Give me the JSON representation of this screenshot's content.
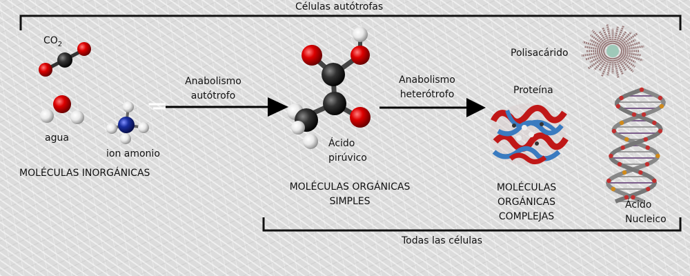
{
  "top_bracket_label": "Células autótrofas",
  "bottom_bracket_label": "Todas las células",
  "inorganic": {
    "co2": {
      "base": "CO",
      "sub": "2"
    },
    "water_label": "agua",
    "ammonium_label": "ion amonio",
    "group_label": "MOLÉCULAS INORGÁNICAS"
  },
  "arrow1": {
    "line1": "Anabolismo",
    "line2": "autótrofo"
  },
  "arrow2": {
    "line1": "Anabolismo",
    "line2": "heterótrofo"
  },
  "simple": {
    "pyruvic_line1": "Ácido",
    "pyruvic_line2": "pirúvico",
    "group_line1": "MOLÉCULAS ORGÁNICAS",
    "group_line2": "SIMPLES"
  },
  "complex": {
    "polysaccharide_label": "Polisacárido",
    "protein_label": "Proteína",
    "group_line1": "MOLÉCULAS",
    "group_line2": "ORGÁNICAS",
    "group_line3": "COMPLEJAS",
    "nucleic_line1": "Ácido",
    "nucleic_line2": "Nucleico"
  },
  "colors": {
    "oxygen": "#cc0000",
    "carbon": "#2a2a2a",
    "hydrogen": "#f2f2f2",
    "nitrogen": "#1a2fa0",
    "protein_red": "#c01818",
    "protein_blue": "#3a7bc0"
  }
}
